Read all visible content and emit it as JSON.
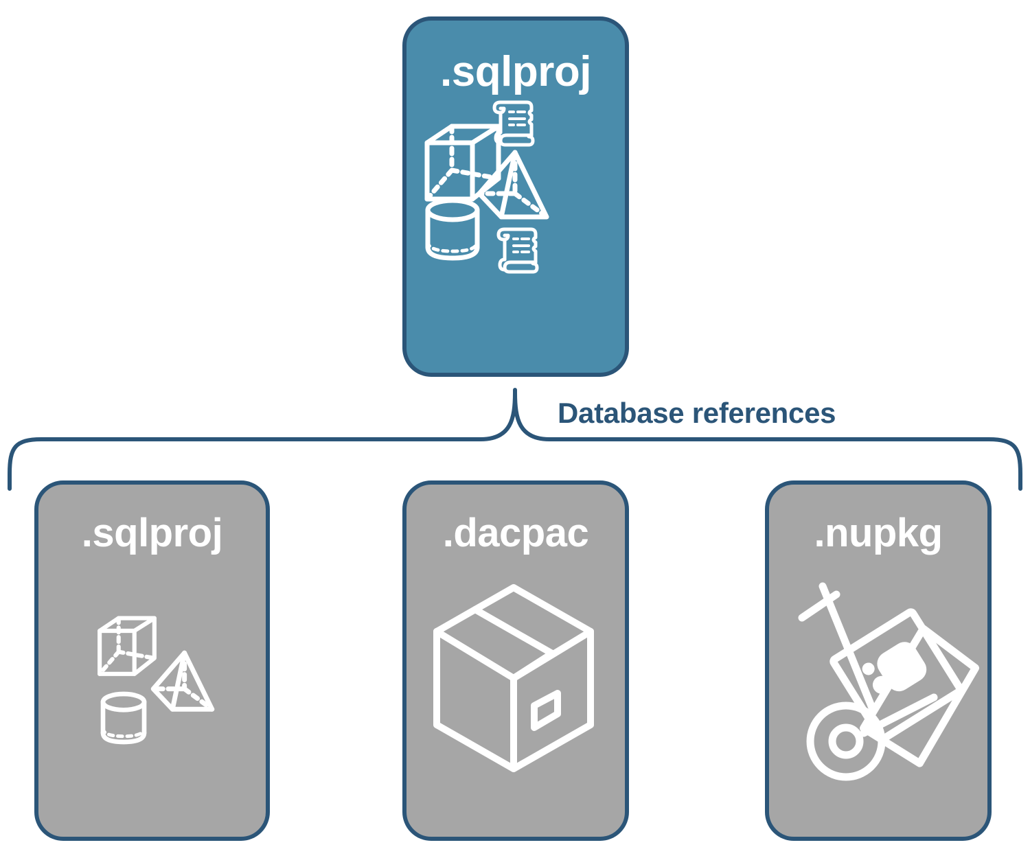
{
  "diagram": {
    "title": "Database references diagram",
    "colors": {
      "primary_fill": "#4a8cab",
      "secondary_fill": "#a6a6a6",
      "stroke": "#2b5578",
      "icon": "#ffffff",
      "background": "#ffffff"
    },
    "connector": {
      "label": "Database references",
      "style": "curly-brace",
      "color": "#2b5578"
    },
    "root": {
      "title": ".sqlproj",
      "fill": "#4a8cab",
      "icons": [
        "cube-wireframe-icon",
        "scroll-script-icon",
        "pyramid-wireframe-icon",
        "cylinder-wireframe-icon",
        "scroll-script-icon"
      ]
    },
    "references": [
      {
        "title": ".sqlproj",
        "fill": "#a6a6a6",
        "icons": [
          "cube-wireframe-icon",
          "pyramid-wireframe-icon",
          "cylinder-wireframe-icon"
        ]
      },
      {
        "title": ".dacpac",
        "fill": "#a6a6a6",
        "icons": [
          "shipping-box-icon"
        ]
      },
      {
        "title": ".nupkg",
        "fill": "#a6a6a6",
        "icons": [
          "hand-truck-package-icon"
        ]
      }
    ]
  }
}
